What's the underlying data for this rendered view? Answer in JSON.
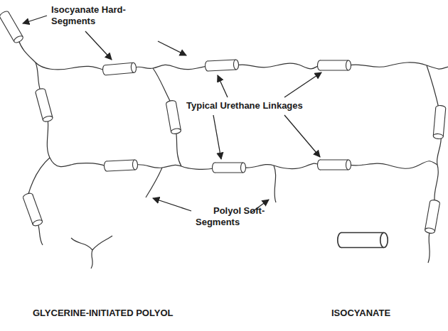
{
  "diagram": {
    "labels": [
      "Isocyanate Hard-Segments",
      "Typical Urethane Linkages",
      "Polyol Soft-Segments"
    ],
    "legend": [
      {
        "text": "GLYCERINE-INITIATED POLYOL"
      },
      {
        "text": "ISOCYANATE"
      }
    ]
  }
}
